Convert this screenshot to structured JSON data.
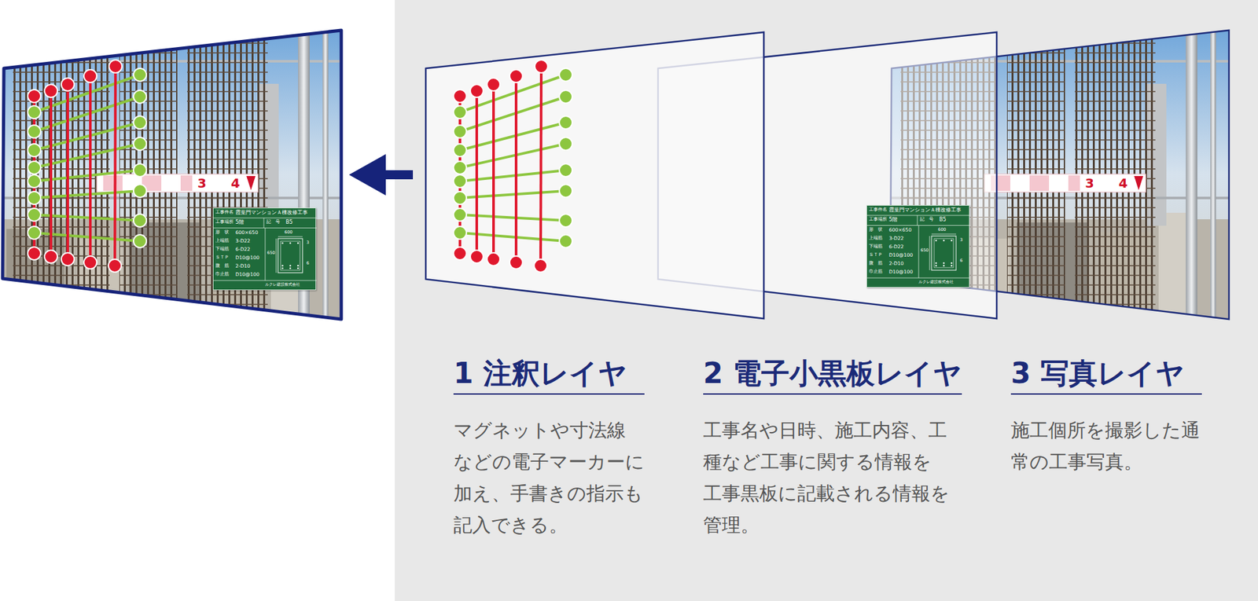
{
  "diagram": {
    "nodes": [
      {
        "text": [
          "工事件名",
          "霞葉門マンションＡ棟改修工事",
          "工事場所",
          "5階",
          "記　号",
          "B5",
          "形　状",
          "600×650",
          "上端筋",
          "3-D22",
          "下端筋",
          "6-D22",
          "ＳＴＰ",
          "D10@100",
          "腹　筋",
          "2-D10",
          "巾止筋",
          "D10@100",
          "600",
          "650",
          "3",
          "6",
          "ルクレ建設株式会社"
        ]
      },
      {
        "text": [
          "工事件名",
          "霞葉門マンションＡ棟改修工事",
          "工事場所",
          "5階",
          "記　号",
          "B5",
          "形　状",
          "600×650",
          "上端筋",
          "3-D22",
          "下端筋",
          "6-D22",
          "ＳＴＰ",
          "D10@100",
          "腹　筋",
          "2-D10",
          "巾止筋",
          "D10@100",
          "600",
          "650",
          "3",
          "6",
          "ルクレ建設株式会社"
        ]
      },
      {
        "text": [
          "1 注釈レイヤ",
          "マグネットや寸法線などの電子マーカーに加え、手書きの指示も記入できる。"
        ]
      },
      {
        "text": [
          "2 電子小黒板レイヤ",
          "工事名や日時、施工内容、工種など工事に関する情報を工事黒板に記載される情報を管理。"
        ]
      },
      {
        "text": [
          "3 写真レイヤ",
          "施工個所を撮影した通常の工事写真。"
        ]
      }
    ],
    "labels": [
      "3",
      "4",
      "3",
      "4"
    ]
  }
}
